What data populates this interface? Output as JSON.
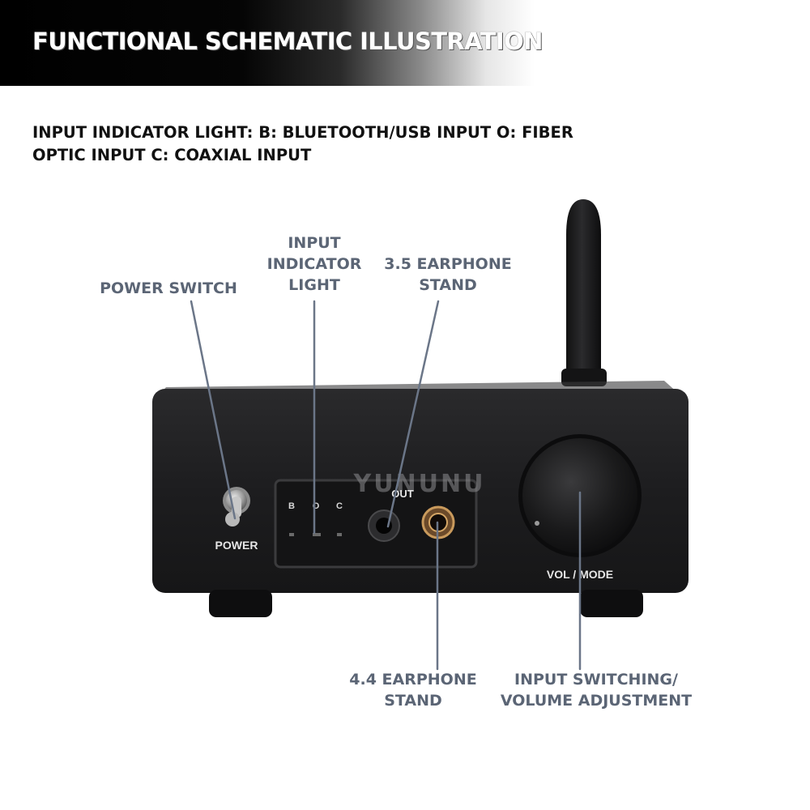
{
  "header": {
    "title": "FUNCTIONAL SCHEMATIC ILLUSTRATION",
    "note_line1": "INPUT INDICATOR LIGHT: B: BLUETOOTH/USB INPUT O: FIBER",
    "note_line2": "OPTIC INPUT C: COAXIAL INPUT"
  },
  "callouts": {
    "power_switch": "POWER SWITCH",
    "input_indicator": [
      "INPUT",
      "INDICATOR",
      "LIGHT"
    ],
    "earphone_35": [
      "3.5 EARPHONE",
      "STAND"
    ],
    "earphone_44": [
      "4.4 EARPHONE",
      "STAND"
    ],
    "input_switching": [
      "INPUT SWITCHING/",
      "VOLUME ADJUSTMENT"
    ]
  },
  "device": {
    "power_label": "POWER",
    "out_label": "OUT",
    "indicator_b": "B",
    "indicator_o": "O",
    "indicator_c": "C",
    "knob_label": "VOL / MODE",
    "watermark": "YUNUNU"
  },
  "colors": {
    "callout_text": "#5b6575",
    "leader_line": "#6b7688",
    "chassis": "#1c1c1e"
  }
}
